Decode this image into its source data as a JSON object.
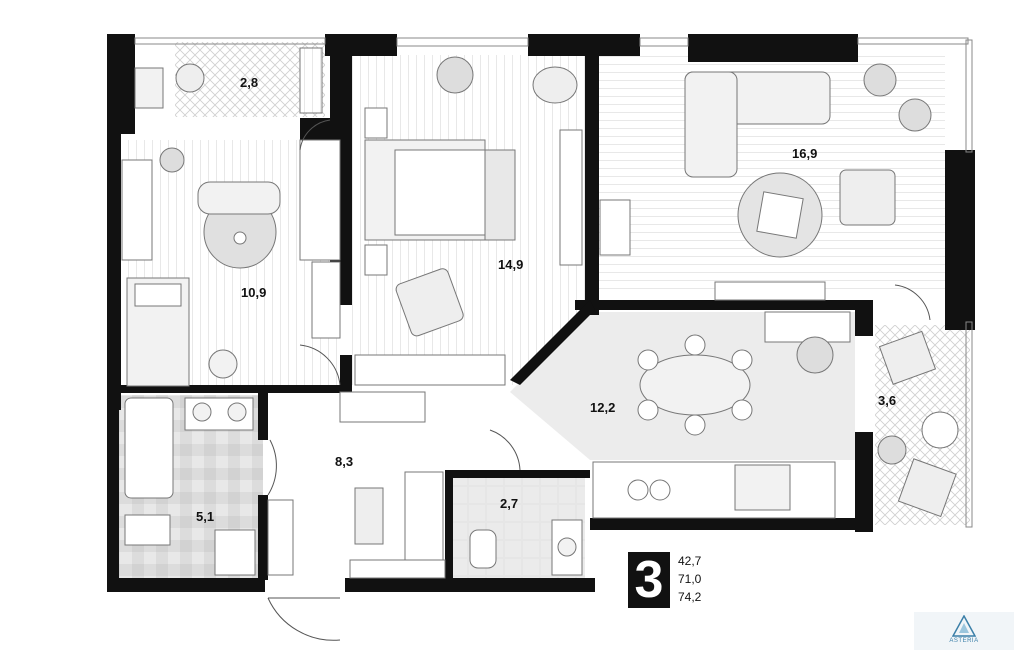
{
  "rooms": [
    {
      "id": "balcony-office",
      "area": "2,8"
    },
    {
      "id": "bedroom-kids",
      "area": "10,9"
    },
    {
      "id": "bedroom-master",
      "area": "14,9"
    },
    {
      "id": "living-room",
      "area": "16,9"
    },
    {
      "id": "kitchen-dining",
      "area": "12,2"
    },
    {
      "id": "balcony-east",
      "area": "3,6"
    },
    {
      "id": "hallway",
      "area": "8,3"
    },
    {
      "id": "bathroom",
      "area": "5,1"
    },
    {
      "id": "wc",
      "area": "2,7"
    }
  ],
  "summary": {
    "rooms_count": "3",
    "living_area": "42,7",
    "total_area": "71,0",
    "total_with_balconies": "74,2"
  },
  "logo": {
    "text": "ASTERIA",
    "color": "#3b7fa8"
  },
  "colors": {
    "wall": "#111111",
    "floor_line": "#d0d0d0",
    "tile": "#e4e4e4",
    "furniture": "#f2f2f2"
  }
}
